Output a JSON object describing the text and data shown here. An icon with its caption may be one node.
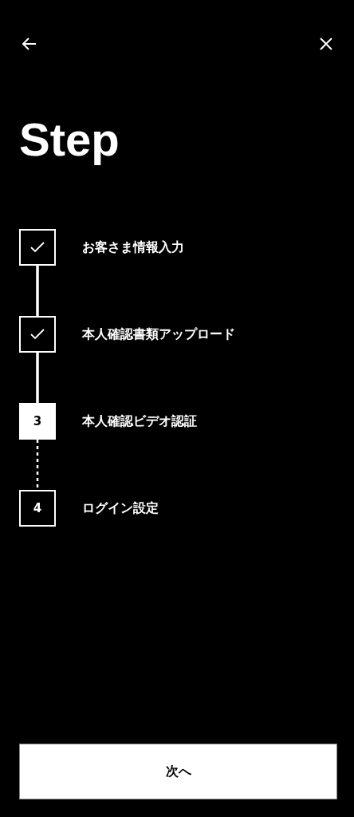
{
  "diagram": {
    "title": "Step",
    "nodes": [
      {
        "text": [],
        "shape": "box",
        "beside": [
          "お客さま情報入力"
        ]
      },
      {
        "text": [],
        "shape": "box",
        "beside": [
          "本人確認書類アップロード"
        ]
      },
      {
        "text": [
          "3"
        ],
        "beside": [
          "本人確認ビデオ認証"
        ]
      },
      {
        "text": [
          "4"
        ],
        "beside": [
          "ログイン設定"
        ]
      }
    ],
    "edges": [
      {
        "from": 0,
        "to": 1,
        "arrow": "none"
      },
      {
        "from": 1,
        "to": 2,
        "arrow": "none"
      },
      {
        "from": 2,
        "to": 3,
        "arrow": "none",
        "style": "dashed"
      }
    ],
    "labels": [
      "次へ"
    ]
  }
}
